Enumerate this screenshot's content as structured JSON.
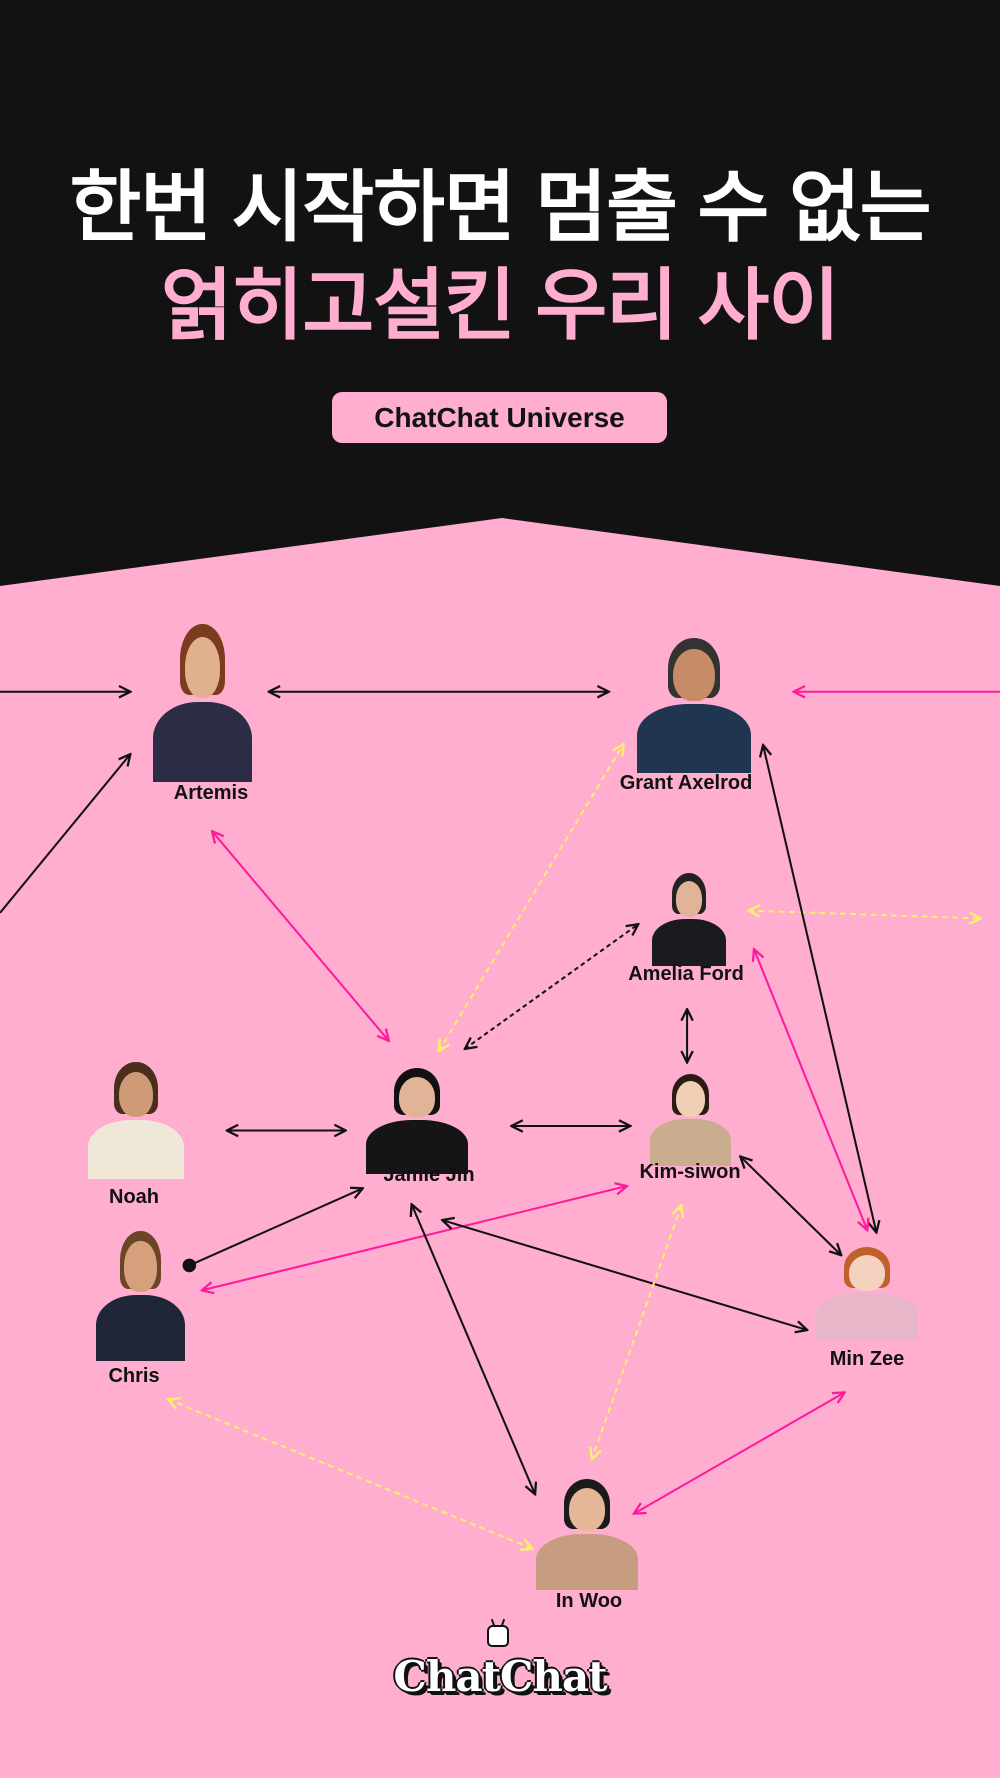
{
  "header": {
    "title_line1": "한번 시작하면 멈출 수 없는",
    "title_line2": "얽히고설킨 우리 사이",
    "badge": "ChatChat Universe"
  },
  "colors": {
    "background": "#ffaed0",
    "dark": "#121212",
    "pink_arrow": "#ff1a9c",
    "yellow_arrow": "#fff06a",
    "black_arrow": "#111111"
  },
  "characters": [
    {
      "id": "artemis",
      "name": "Artemis"
    },
    {
      "id": "grant",
      "name": "Grant Axelrod"
    },
    {
      "id": "amelia",
      "name": "Amelia Ford"
    },
    {
      "id": "noah",
      "name": "Noah"
    },
    {
      "id": "jamie",
      "name": "Jamie Jin"
    },
    {
      "id": "kim",
      "name": "Kim-siwon"
    },
    {
      "id": "chris",
      "name": "Chris"
    },
    {
      "id": "minzee",
      "name": "Min Zee"
    },
    {
      "id": "inwoo",
      "name": "In Woo"
    }
  ],
  "relations": [
    {
      "from": "offscreen-left",
      "to": "artemis",
      "style": "black-solid",
      "direction": "one-way"
    },
    {
      "from": "offscreen-left",
      "to": "artemis",
      "style": "black-solid",
      "direction": "one-way"
    },
    {
      "from": "artemis",
      "to": "grant",
      "style": "black-solid",
      "direction": "both"
    },
    {
      "from": "offscreen-right",
      "to": "grant",
      "style": "pink-solid",
      "direction": "one-way"
    },
    {
      "from": "artemis",
      "to": "jamie",
      "style": "pink-solid",
      "direction": "both"
    },
    {
      "from": "jamie",
      "to": "grant",
      "style": "yellow-dashed",
      "direction": "both"
    },
    {
      "from": "jamie",
      "to": "amelia",
      "style": "black-dashed",
      "direction": "both"
    },
    {
      "from": "amelia",
      "to": "offscreen-right",
      "style": "yellow-dashed",
      "direction": "both"
    },
    {
      "from": "grant",
      "to": "minzee",
      "style": "black-solid",
      "direction": "both"
    },
    {
      "from": "amelia",
      "to": "minzee",
      "style": "pink-solid",
      "direction": "both"
    },
    {
      "from": "amelia",
      "to": "kim",
      "style": "black-solid",
      "direction": "both"
    },
    {
      "from": "noah",
      "to": "jamie",
      "style": "black-solid",
      "direction": "both"
    },
    {
      "from": "jamie",
      "to": "kim",
      "style": "black-solid",
      "direction": "both"
    },
    {
      "from": "kim",
      "to": "minzee",
      "style": "black-solid",
      "direction": "both"
    },
    {
      "from": "chris",
      "to": "jamie",
      "style": "black-dot",
      "direction": "one-way"
    },
    {
      "from": "chris",
      "to": "kim",
      "style": "pink-solid",
      "direction": "both"
    },
    {
      "from": "jamie",
      "to": "minzee",
      "style": "black-solid",
      "direction": "both"
    },
    {
      "from": "jamie",
      "to": "inwoo",
      "style": "black-solid",
      "direction": "both"
    },
    {
      "from": "kim",
      "to": "inwoo",
      "style": "yellow-dashed",
      "direction": "both"
    },
    {
      "from": "inwoo",
      "to": "minzee",
      "style": "pink-solid",
      "direction": "both"
    },
    {
      "from": "chris",
      "to": "inwoo",
      "style": "yellow-dashed",
      "direction": "both"
    }
  ],
  "footer": {
    "logo": "ChatChat"
  }
}
